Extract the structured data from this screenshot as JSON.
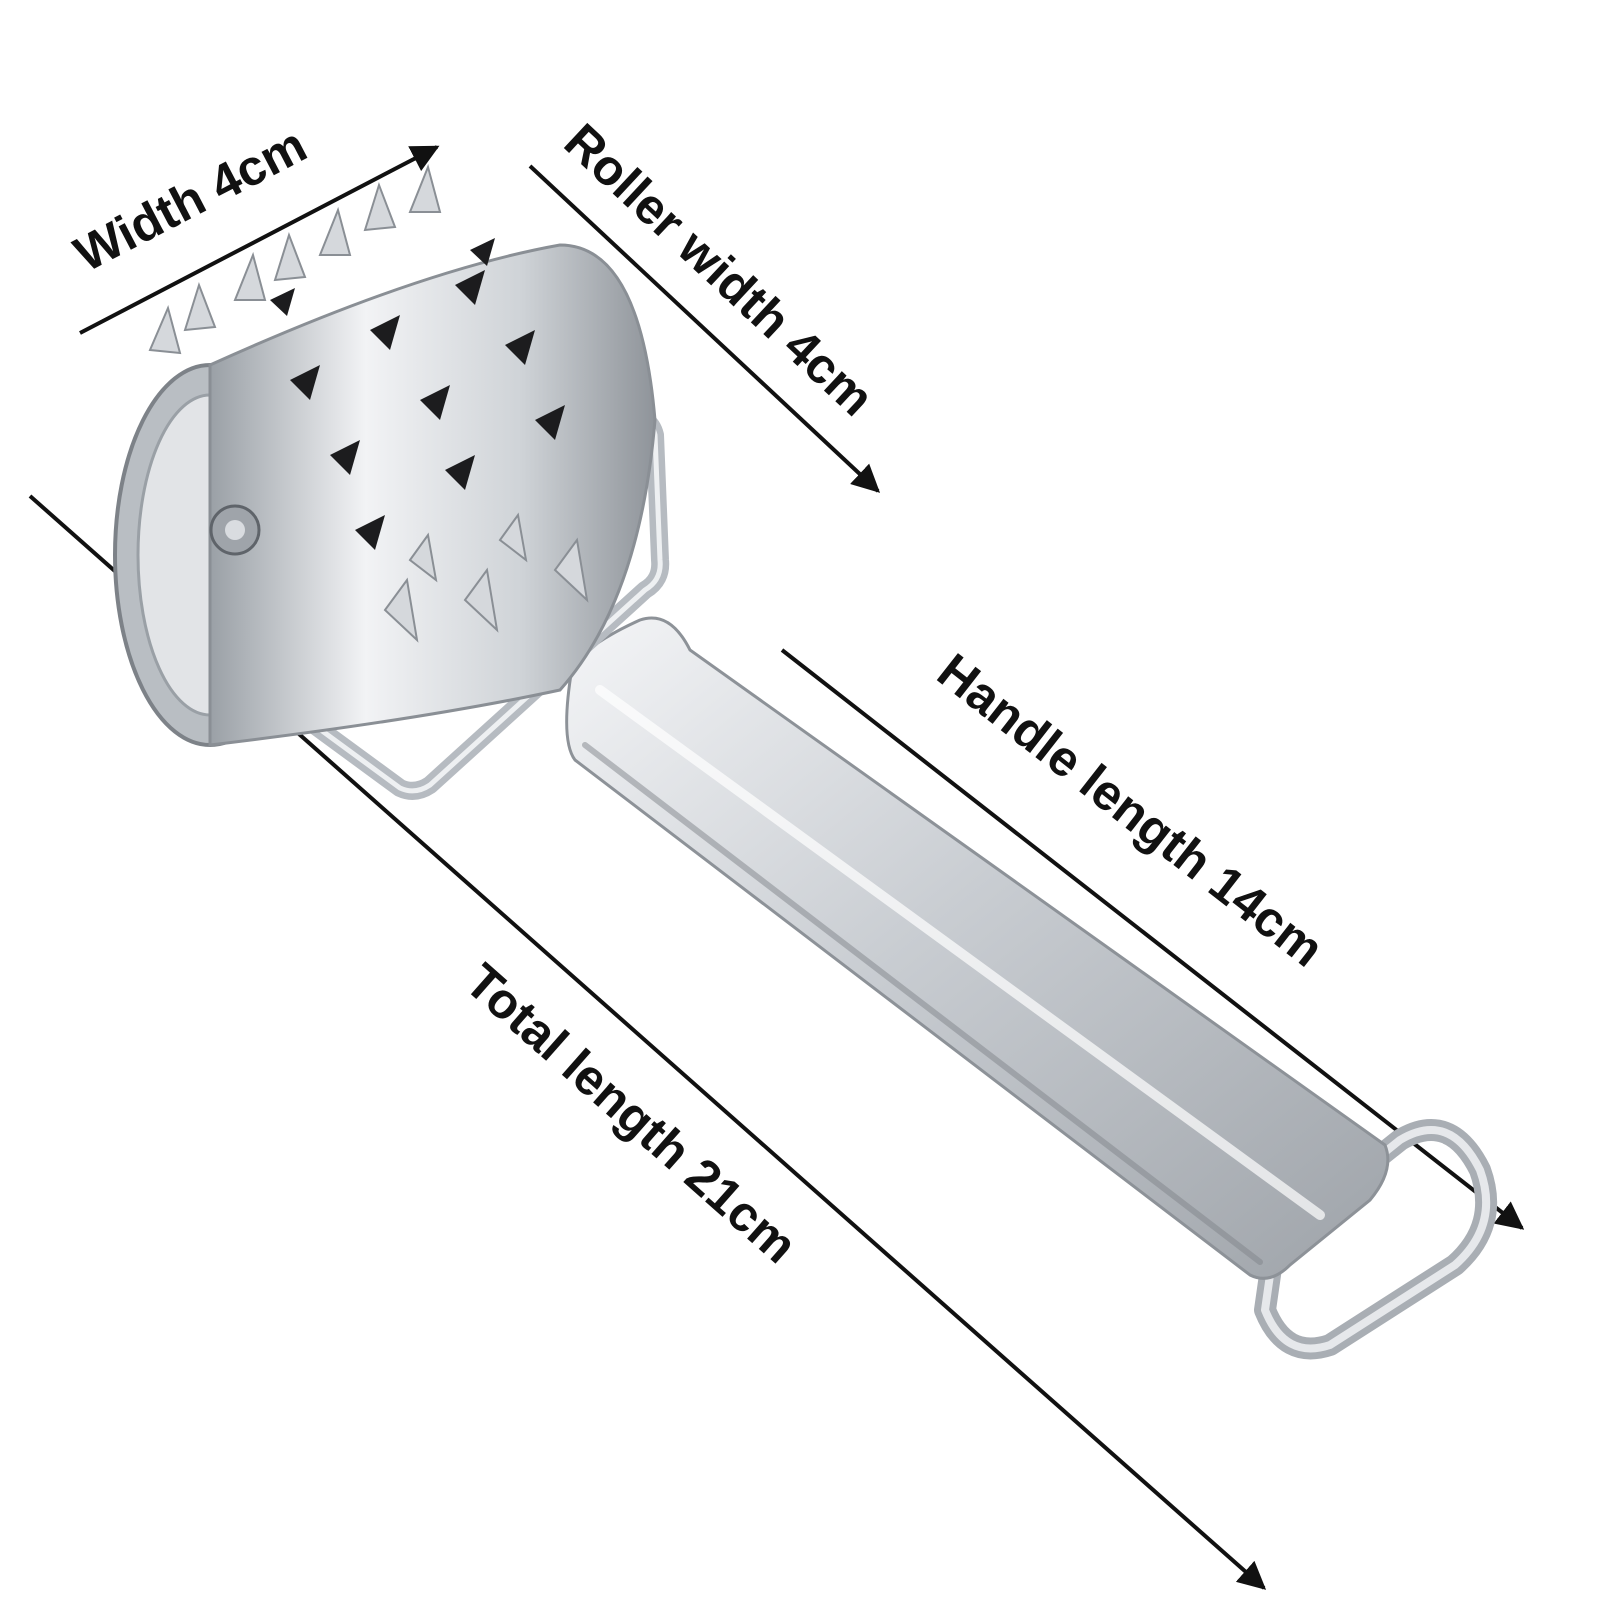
{
  "colors": {
    "background": "#ffffff",
    "ink": "#111111",
    "steel_light": "#eceef1",
    "steel_mid": "#c3c7cc",
    "steel_dark": "#8b9097"
  },
  "labels": {
    "width": "Width 4cm",
    "roller_width": "Roller width 4cm",
    "handle_length": "Handle length 14cm",
    "total_length": "Total length 21cm"
  }
}
